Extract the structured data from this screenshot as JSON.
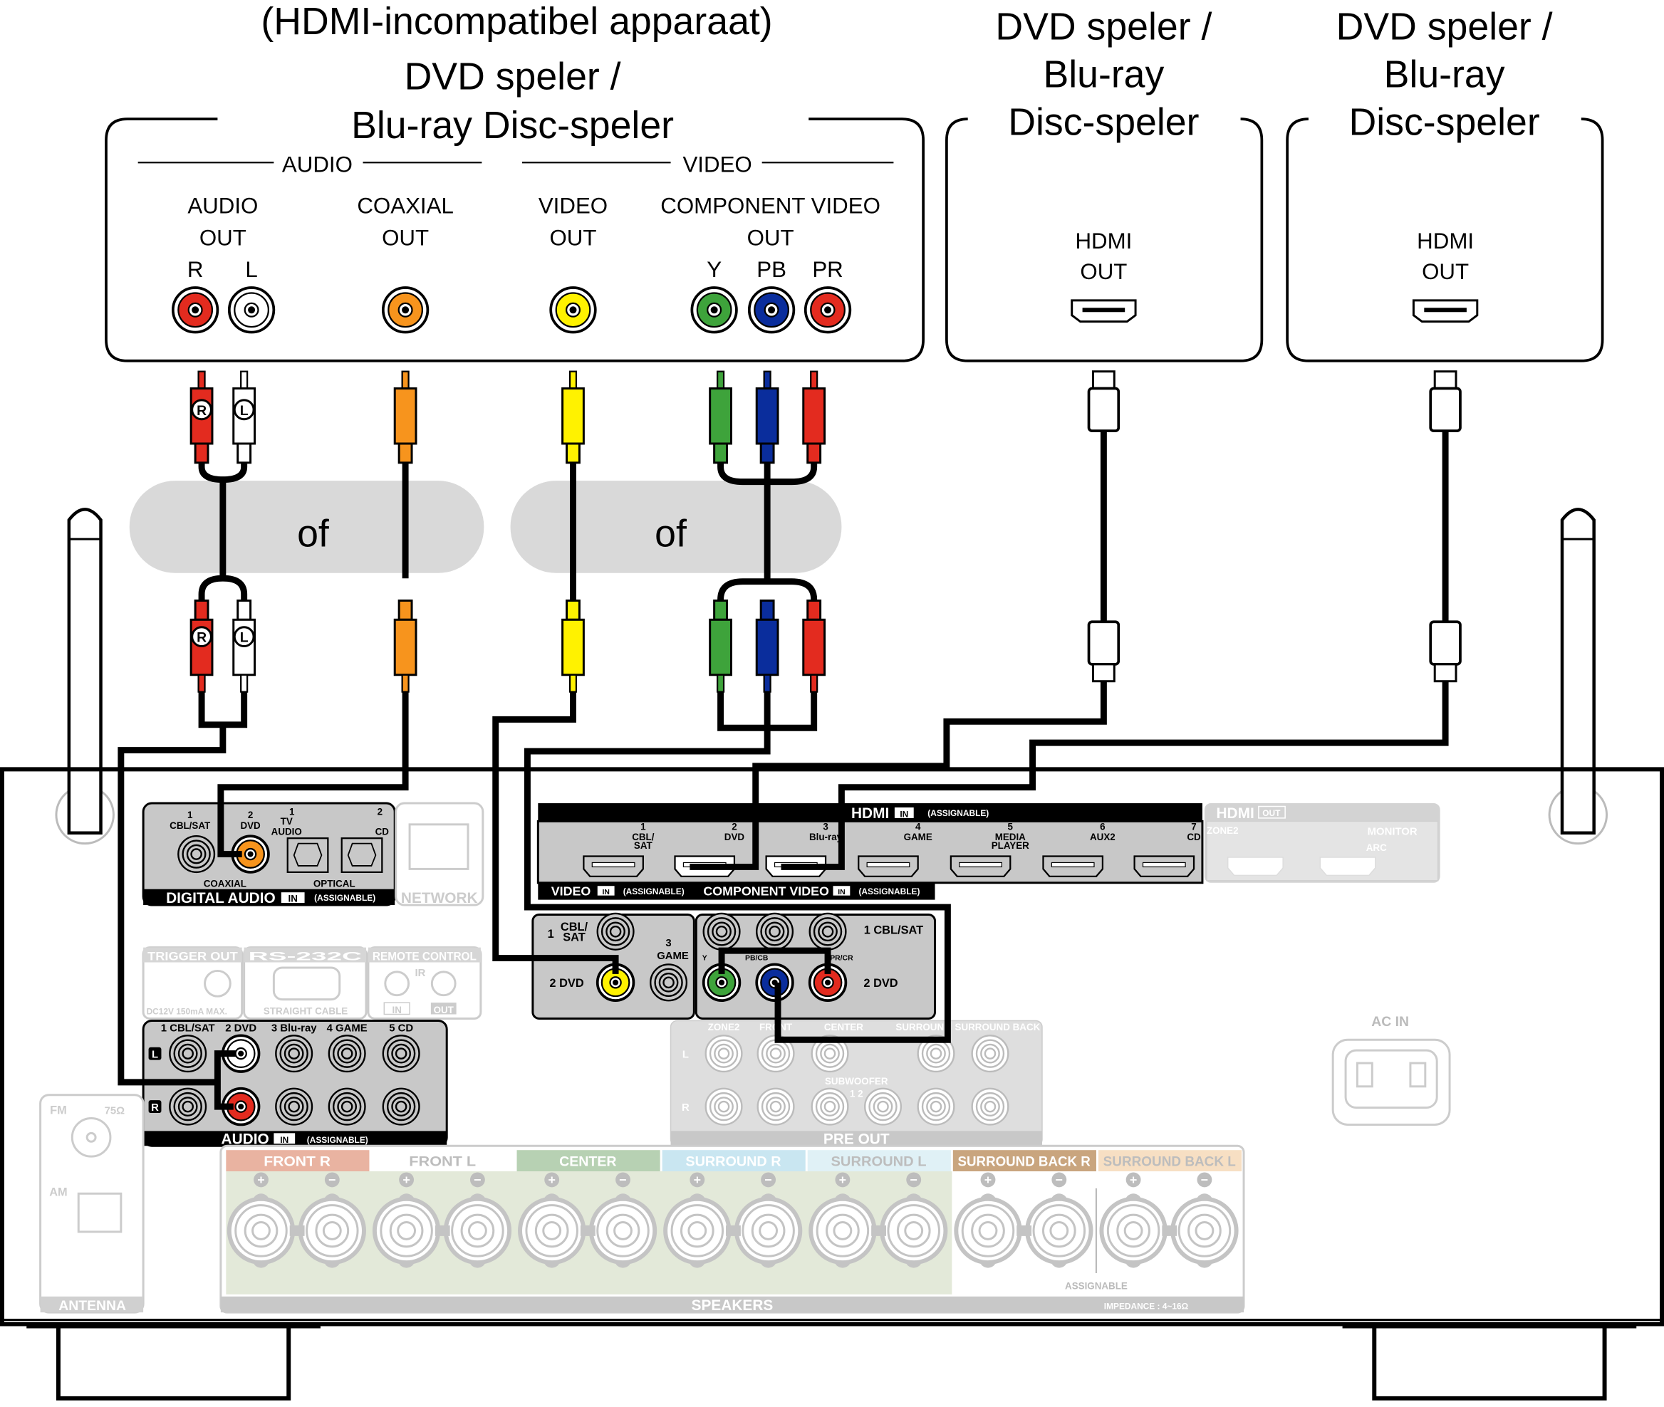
{
  "device1": {
    "title": [
      "(HDMI-incompatibel apparaat)",
      "DVD speler /",
      "Blu-ray Disc-speler"
    ],
    "audio_group": "AUDIO",
    "video_group": "VIDEO",
    "audio_out": [
      "AUDIO",
      "OUT"
    ],
    "r": "R",
    "l": "L",
    "coaxial_out": [
      "COAXIAL",
      "OUT"
    ],
    "video_out": [
      "VIDEO",
      "OUT"
    ],
    "component_out": [
      "COMPONENT VIDEO",
      "OUT"
    ],
    "y": "Y",
    "pb": "PB",
    "pr": "PR"
  },
  "device2": {
    "title": [
      "DVD speler /",
      "Blu-ray",
      "Disc-speler"
    ],
    "hdmi_out": [
      "HDMI",
      "OUT"
    ]
  },
  "device3": {
    "title": [
      "DVD speler /",
      "Blu-ray",
      "Disc-speler"
    ],
    "hdmi_out": [
      "HDMI",
      "OUT"
    ]
  },
  "or_label": "of",
  "plug_labels": {
    "r": "R",
    "l": "L"
  },
  "receiver": {
    "digital_audio": {
      "title": "DIGITAL AUDIO",
      "in": "IN",
      "assignable": "(ASSIGNABLE)",
      "coaxial": "COAXIAL",
      "optical": "OPTICAL",
      "ports": [
        {
          "num": "1",
          "name": "CBL/SAT"
        },
        {
          "num": "2",
          "name": "DVD"
        },
        {
          "num": "1",
          "name": "TV",
          "name2": "AUDIO"
        },
        {
          "num": "2",
          "name": "CD"
        }
      ]
    },
    "network": "NETWORK",
    "hdmi_in": {
      "title": "HDMI",
      "in": "IN",
      "assignable": "(ASSIGNABLE)",
      "ports": [
        {
          "num": "1",
          "name": "CBL/",
          "name2": "SAT"
        },
        {
          "num": "2",
          "name": "DVD"
        },
        {
          "num": "3",
          "name": "Blu-ray"
        },
        {
          "num": "4",
          "name": "GAME"
        },
        {
          "num": "5",
          "name": "MEDIA",
          "name2": "PLAYER"
        },
        {
          "num": "6",
          "name": "AUX2"
        },
        {
          "num": "7",
          "name": "CD"
        }
      ]
    },
    "hdmi_out": {
      "title": "HDMI",
      "out": "OUT",
      "zone2": "ZONE2",
      "monitor": "MONITOR",
      "arc": "ARC"
    },
    "video_in": {
      "title": "VIDEO",
      "in": "IN",
      "assignable": "(ASSIGNABLE)",
      "p1_num": "1",
      "p1_name": "CBL/",
      "p1_name2": "SAT",
      "p2": "2  DVD",
      "p3_num": "3",
      "p3_name": "GAME"
    },
    "component_in": {
      "title": "COMPONENT VIDEO",
      "in": "IN",
      "assignable": "(ASSIGNABLE)",
      "p1": "1 CBL/SAT",
      "p2": "2 DVD",
      "y": "Y",
      "pb": "PB/CB",
      "pr": "PR/CR"
    },
    "trigger_out": {
      "title": "TRIGGER OUT",
      "note": "DC12V 150mA MAX."
    },
    "rs232c": {
      "title": "RS-232C",
      "note": "STRAIGHT CABLE"
    },
    "remote_control": {
      "title": "REMOTE CONTROL",
      "ir": "IR",
      "in": "IN",
      "out": "OUT"
    },
    "audio_in": {
      "title": "AUDIO",
      "in": "IN",
      "assignable": "(ASSIGNABLE)",
      "l": "L",
      "r": "R",
      "ports": [
        "1 CBL/SAT",
        "2 DVD",
        "3 Blu-ray",
        "4 GAME",
        "5 CD"
      ]
    },
    "pre_out": {
      "title": "PRE OUT",
      "zone2": "ZONE2",
      "front": "FRONT",
      "center": "CENTER",
      "surround": "SURROUND",
      "surround_back": "SURROUND BACK",
      "subwoofer": "SUBWOOFER",
      "sub_nums": "1 2",
      "l": "L",
      "r": "R"
    },
    "antenna": {
      "title": "ANTENNA",
      "fm": "FM",
      "ohm": "75Ω",
      "am": "AM"
    },
    "ac_in": "AC IN",
    "speakers": {
      "title": "SPEAKERS",
      "impedance": "IMPEDANCE : 4~16Ω",
      "assignable": "ASSIGNABLE",
      "plus": "+",
      "minus": "−",
      "channels": [
        {
          "label": "FRONT R",
          "color": "#e9b3a1",
          "text_color": "#ffffff"
        },
        {
          "label": "FRONT L",
          "color": "#ffffff",
          "text_color": "#bdbdbd"
        },
        {
          "label": "CENTER",
          "color": "#b7d1b3",
          "text_color": "#ffffff"
        },
        {
          "label": "SURROUND R",
          "color": "#c9e6f1",
          "text_color": "#ffffff"
        },
        {
          "label": "SURROUND L",
          "color": "#e0f1f6",
          "text_color": "#bdbdbd"
        },
        {
          "label": "SURROUND BACK R",
          "color": "#c9a57e",
          "text_color": "#ffffff"
        },
        {
          "label": "SURROUND BACK L",
          "color": "#f7dfc3",
          "text_color": "#bdbdbd"
        }
      ]
    }
  },
  "colors": {
    "red": "#e32b1f",
    "white": "#ffffff",
    "orange": "#f7941d",
    "yellow": "#fff200",
    "green": "#3ea33b",
    "blue": "#0a2d9c",
    "panel_gray": "#c8c8c8",
    "faded_gray": "#cccccc",
    "or_pill": "#d9d9d9"
  }
}
